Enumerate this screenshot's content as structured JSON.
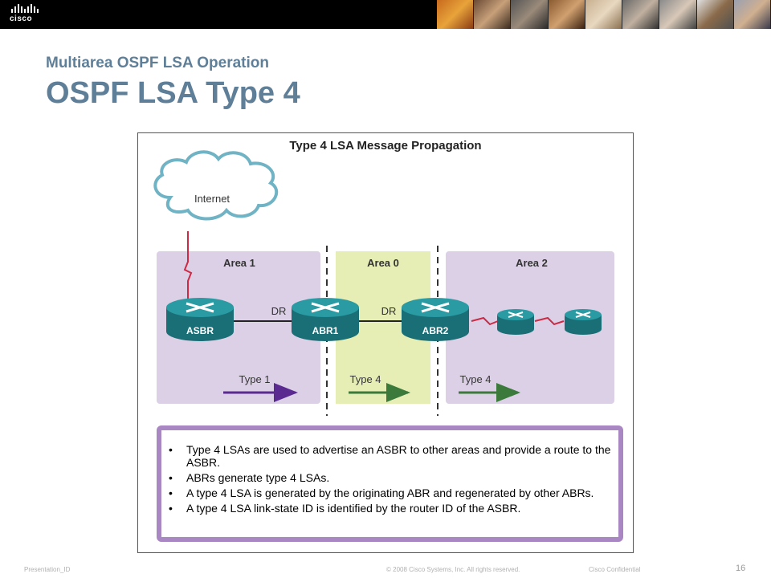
{
  "header": {
    "logo_text": "cisco",
    "subtitle": "Multiarea OSPF LSA Operation",
    "title": "OSPF LSA Type 4"
  },
  "figure": {
    "title": "Type 4 LSA Message Propagation",
    "cloud_label": "Internet",
    "areas": [
      {
        "label": "Area 1",
        "color": "#dcd0e6"
      },
      {
        "label": "Area 0",
        "color": "#e6eeb6"
      },
      {
        "label": "Area 2",
        "color": "#dcd0e6"
      }
    ],
    "routers": [
      {
        "label": "ASBR"
      },
      {
        "label": "ABR1"
      },
      {
        "label": "ABR2"
      },
      {
        "label": ""
      },
      {
        "label": ""
      }
    ],
    "dr_labels": [
      "DR",
      "DR"
    ],
    "arrows": [
      {
        "label": "Type 1",
        "color": "#5a2a91"
      },
      {
        "label": "Type 4",
        "color": "#3b7a3b"
      },
      {
        "label": "Type 4",
        "color": "#3b7a3b"
      }
    ],
    "bullets": [
      "Type 4 LSAs are used to advertise an ASBR to other areas and provide a route to the ASBR.",
      "ABRs generate type 4 LSAs.",
      "A type 4 LSA is generated by the originating ABR and regenerated by other ABRs.",
      "A type 4 LSA link-state ID is identified by the router ID of the ASBR."
    ],
    "bullet_char": "•"
  },
  "footer": {
    "presentation_id": "Presentation_ID",
    "copyright": "© 2008 Cisco Systems, Inc. All rights reserved.",
    "confidential": "Cisco Confidential",
    "page_number": "16"
  },
  "colors": {
    "title": "#5f7f98",
    "router": "#1f7f86",
    "link_serial": "#cc2a44",
    "bullet_border": "#a987c2"
  }
}
